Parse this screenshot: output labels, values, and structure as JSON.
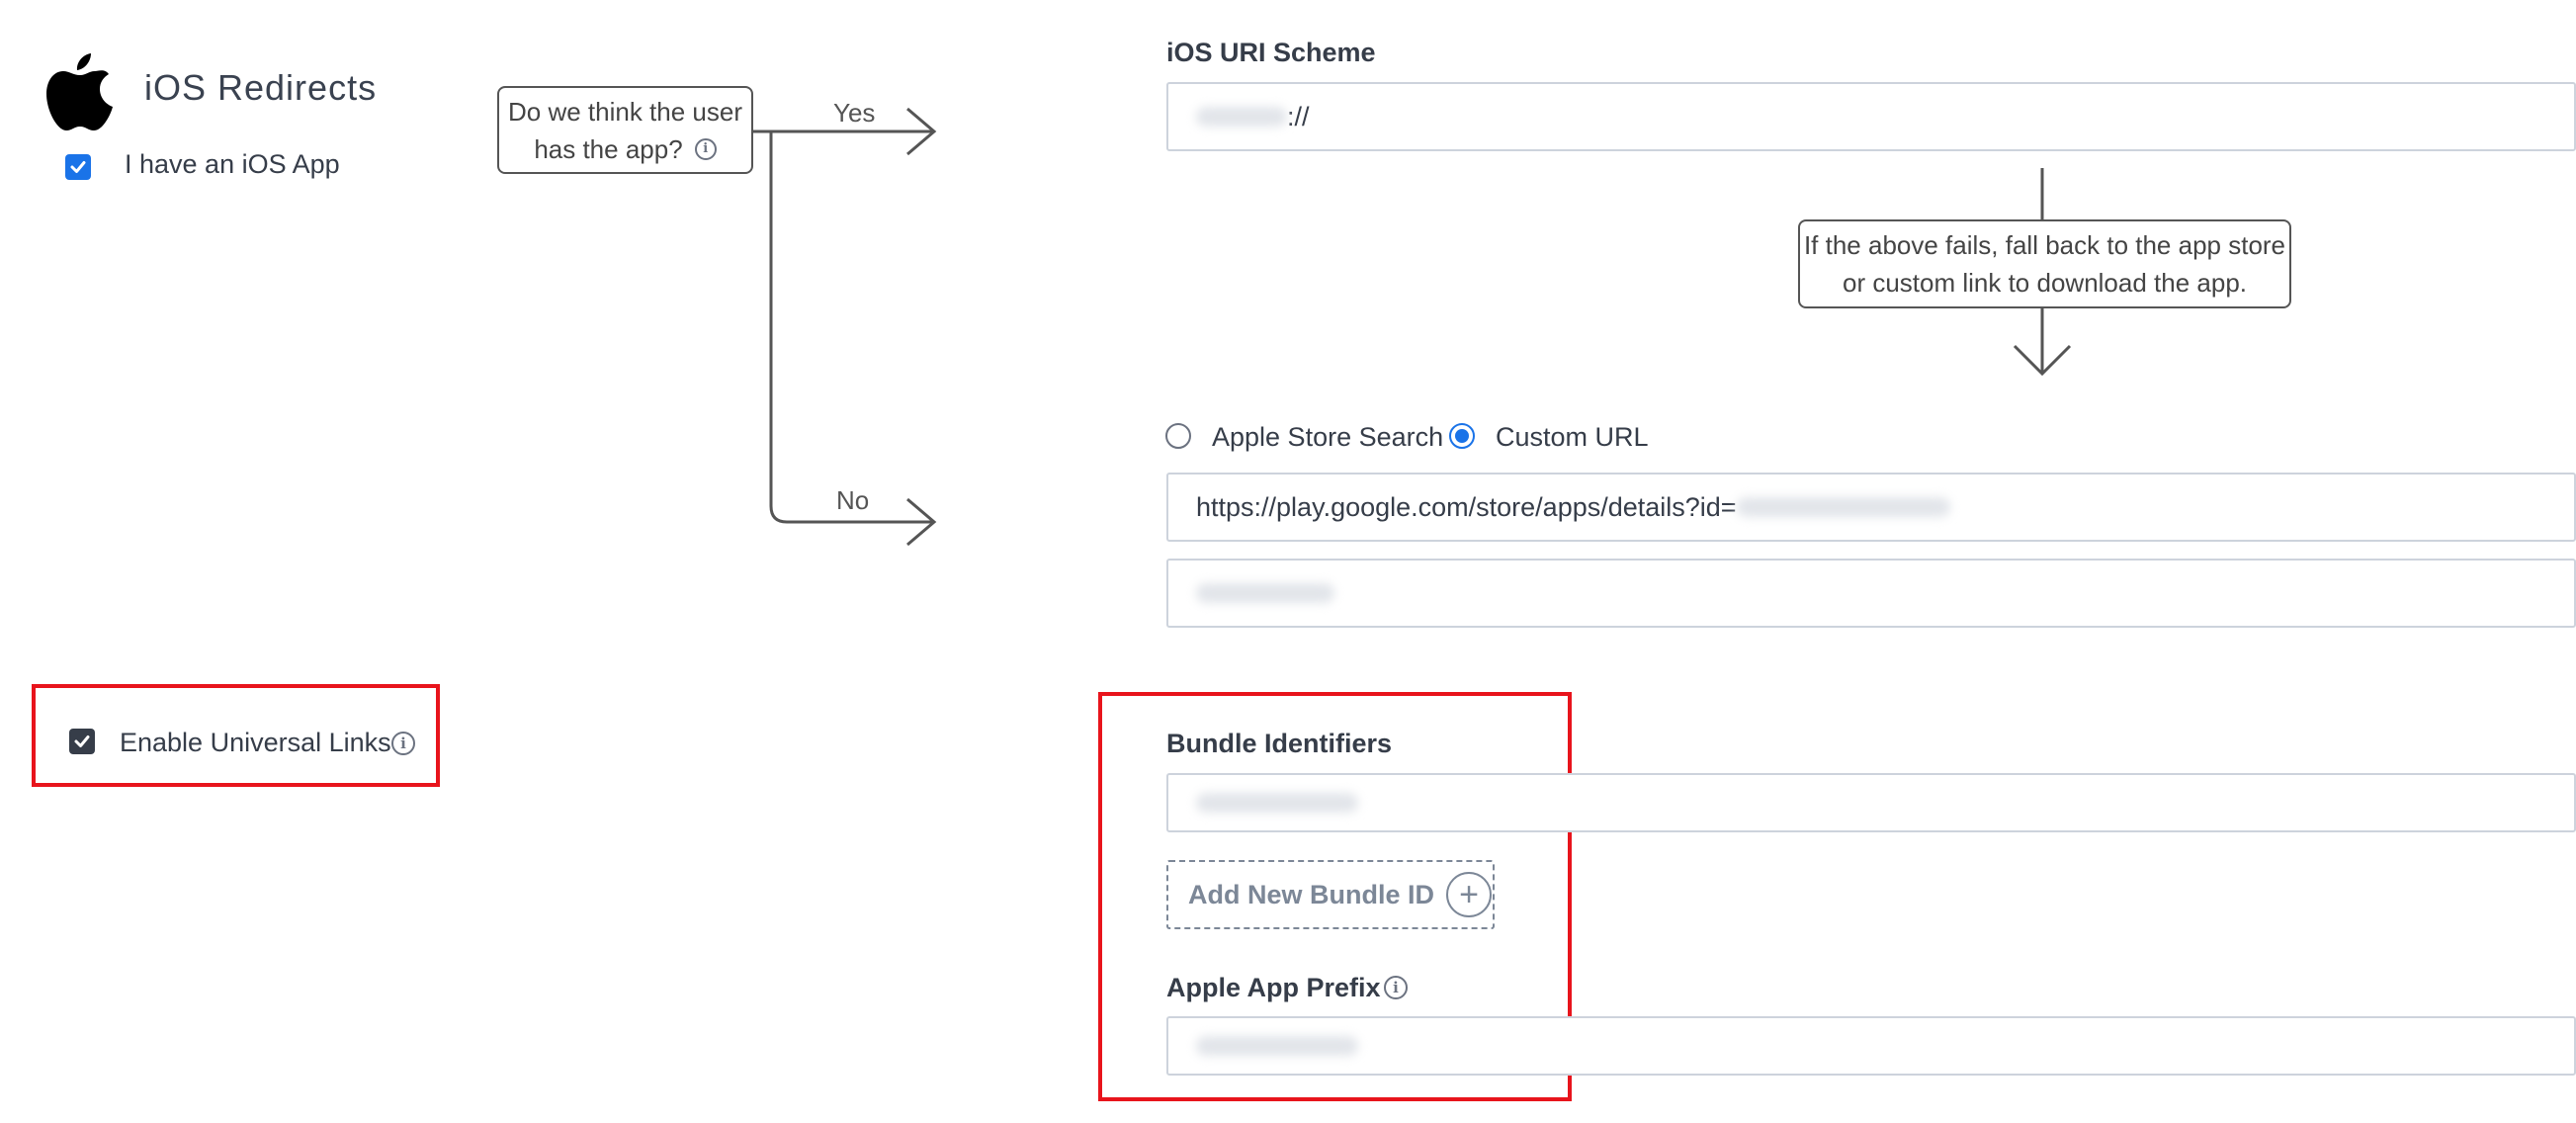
{
  "header": {
    "title": "iOS Redirects",
    "has_ios_app_label": "I have an iOS App",
    "has_ios_app_checked": true
  },
  "flow": {
    "question_line1": "Do we think the user",
    "question_line2": "has the app?",
    "yes_label": "Yes",
    "no_label": "No",
    "fallback_line1": "If the above fails, fall back to the app store",
    "fallback_line2": "or custom link to download the app."
  },
  "uri_scheme": {
    "label": "iOS URI Scheme",
    "suffix": "://"
  },
  "fallback_options": {
    "apple_store_search_label": "Apple Store Search",
    "custom_url_label": "Custom URL",
    "selected": "Custom URL",
    "custom_url_prefix": "https://play.google.com/store/apps/details?id="
  },
  "universal_links": {
    "label": "Enable Universal Links",
    "checked": true
  },
  "bundle": {
    "label": "Bundle Identifiers",
    "add_button_label": "Add New Bundle ID",
    "prefix_label": "Apple App Prefix"
  },
  "colors": {
    "accent": "#1a73e8",
    "highlight": "#e8141c",
    "text": "#363d49"
  },
  "icons": [
    "apple-logo-icon",
    "checkmark-icon",
    "info-icon",
    "plus-icon",
    "radio-icon"
  ]
}
